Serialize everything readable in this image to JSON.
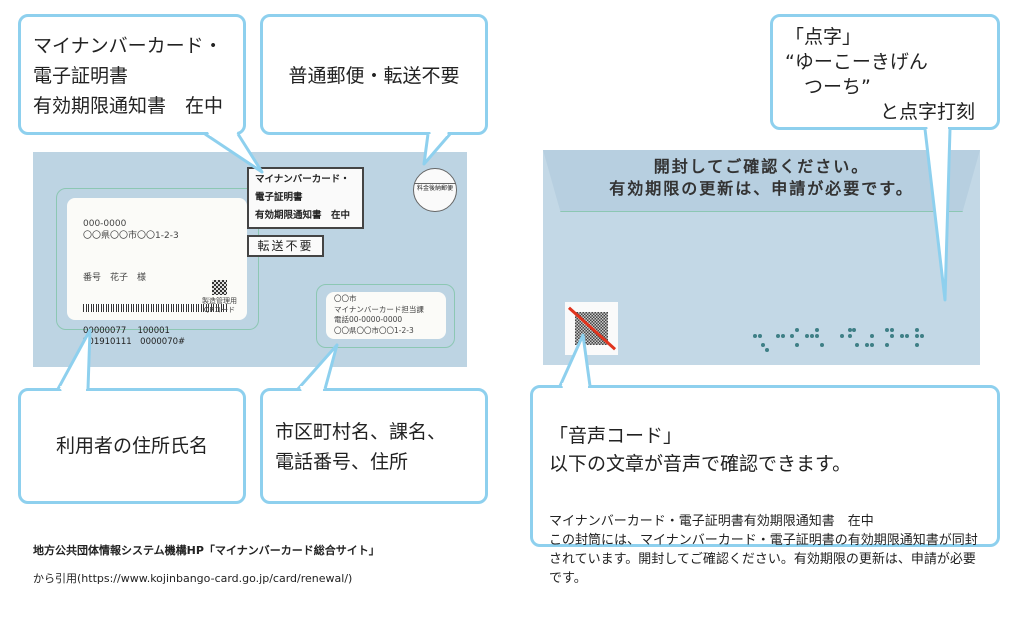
{
  "callouts": {
    "contents": "マイナンバーカード・\n電子証明書\n有効期限通知書　在中",
    "mail_type": "普通郵便・転送不要",
    "recipient": "利用者の住所氏名",
    "sender": "市区町村名、課名、\n電話番号、住所",
    "braille": "「点字」\n“ゆーこーきげん\n　つーち”\n　　　　　と点字打刻",
    "voice_code_title": "「音声コード」\n以下の文章が音声で確認できます。",
    "voice_code_text": "マイナンバーカード・電子証明書有効期限通知書　在中\nこの封筒には、マイナンバーカード・電子証明書の有効期限通知書が同封されています。開封してご確認ください。有効期限の更新は、申請が必要です。"
  },
  "front": {
    "address_window": "000-0000\n〇〇県〇〇市〇〇1-2-3",
    "name": "番号　花子　様",
    "codes": "00000077　 100001\n201910111　0000070#",
    "qr_label": "製造管理用\nQRコード",
    "contents_stamp": "マイナンバーカード・\n電子証明書\n有効期限通知書　在中",
    "no_forward": "転送不要",
    "postage": "料金後納郵便",
    "sender_window": "〇〇市\nマイナンバーカード担当課\n電話00-0000-0000\n〇〇県〇〇市〇〇1-2-3"
  },
  "back": {
    "flap_text": "開封してご確認ください。\n有効期限の更新は、申請が必要です。"
  },
  "source": {
    "line1": "地方公共団体情報システム機構HP「マイナンバーカード総合サイト」",
    "line2": "から引用(https://www.kojinbango-card.go.jp/card/renewal/)"
  },
  "colors": {
    "callout_border": "#8ed0ee",
    "envelope": "#bdd4e3",
    "braille": "#3e7f86",
    "strike": "#e0341e"
  }
}
